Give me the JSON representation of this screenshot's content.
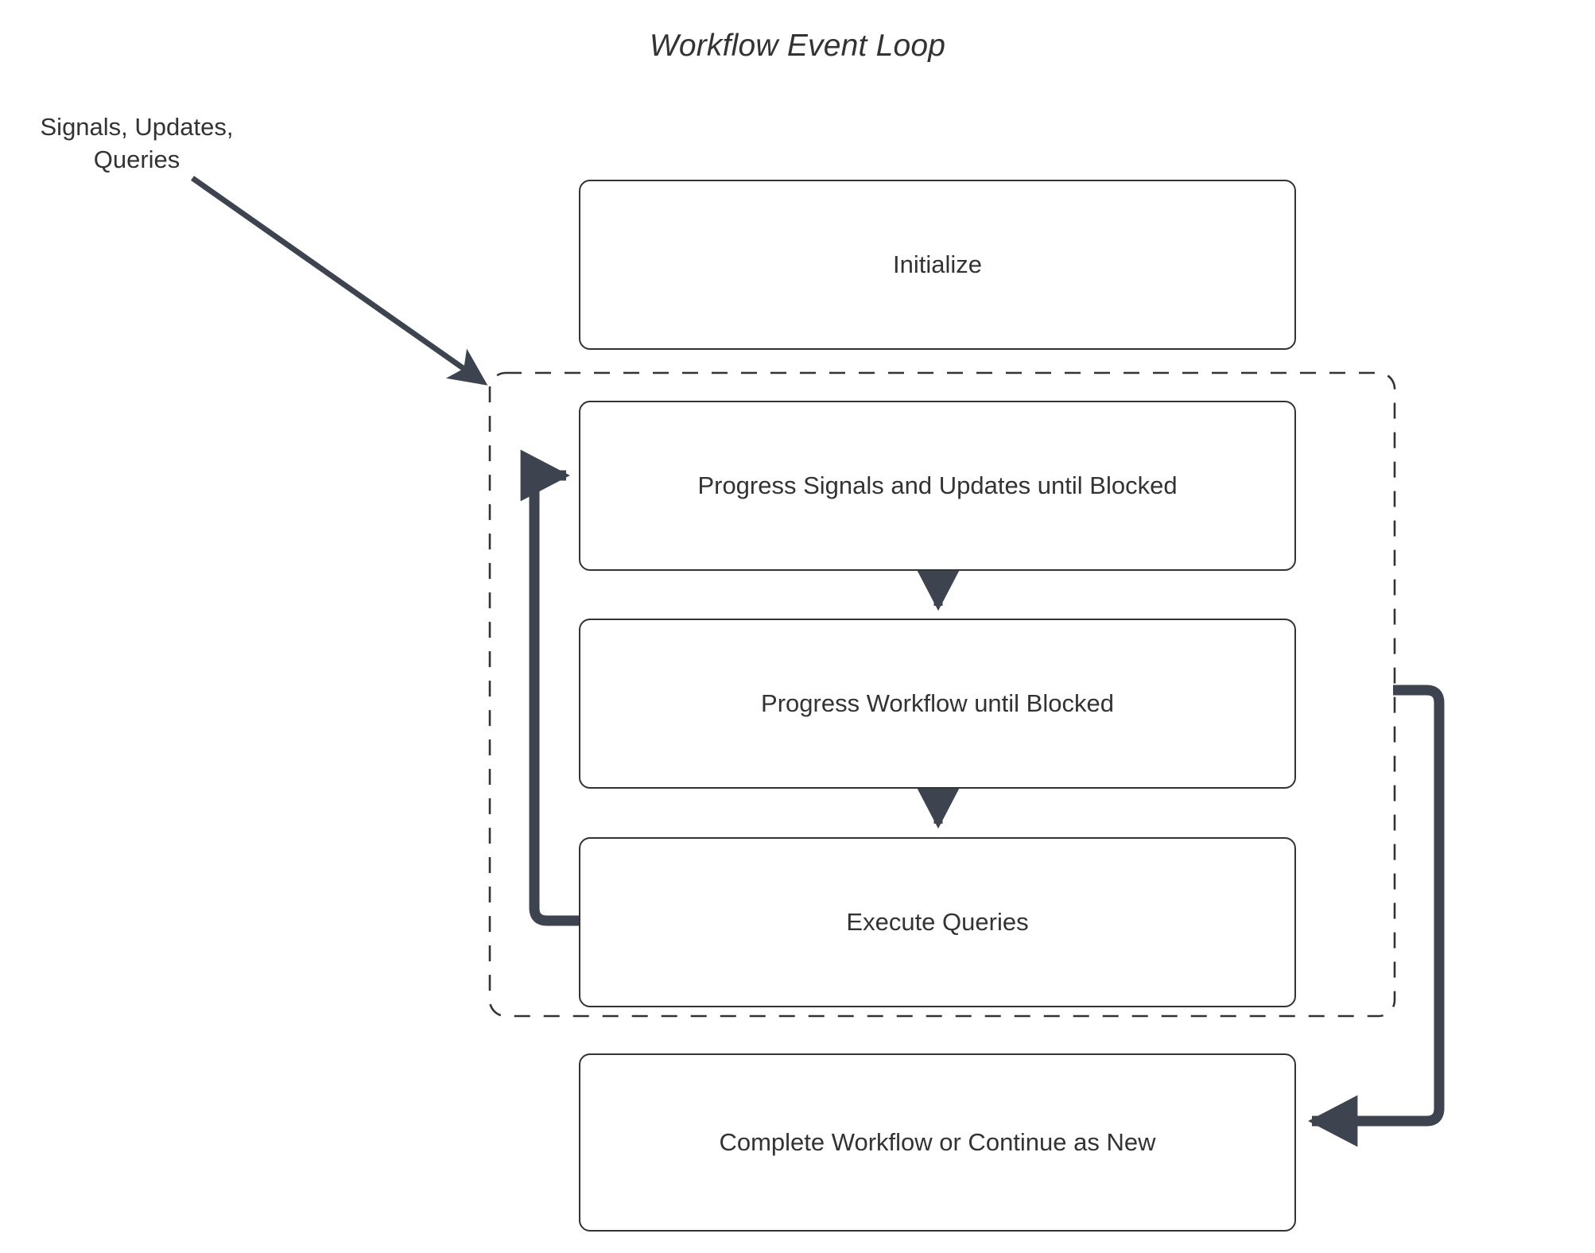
{
  "title": "Workflow Event Loop",
  "external_input": {
    "label_line1": "Signals, Updates,",
    "label_line2": "Queries"
  },
  "nodes": [
    {
      "id": "initialize",
      "label": "Initialize"
    },
    {
      "id": "progress-signals",
      "label": "Progress Signals and Updates until Blocked"
    },
    {
      "id": "progress-workflow",
      "label": "Progress Workflow until Blocked"
    },
    {
      "id": "execute-queries",
      "label": "Execute Queries"
    },
    {
      "id": "complete-workflow",
      "label": "Complete Workflow or Continue as New"
    }
  ],
  "group": {
    "id": "event-loop-group",
    "style": "dashed"
  },
  "edges": [
    {
      "id": "external-to-group",
      "from": "Signals, Updates, Queries",
      "to": "event-loop-group",
      "style": "thin-diagonal-arrow"
    },
    {
      "id": "signals-to-workflow",
      "from": "progress-signals",
      "to": "progress-workflow",
      "style": "down-arrow"
    },
    {
      "id": "workflow-to-queries",
      "from": "progress-workflow",
      "to": "execute-queries",
      "style": "down-arrow"
    },
    {
      "id": "queries-loop-back",
      "from": "execute-queries",
      "to": "progress-signals",
      "style": "thick-left-loop-arrow"
    },
    {
      "id": "group-to-complete",
      "from": "event-loop-group",
      "to": "complete-workflow",
      "style": "thick-right-loop-arrow"
    }
  ],
  "colors": {
    "stroke": "#333333",
    "arrow": "#3d4450",
    "background": "#ffffff",
    "text": "#333333"
  }
}
